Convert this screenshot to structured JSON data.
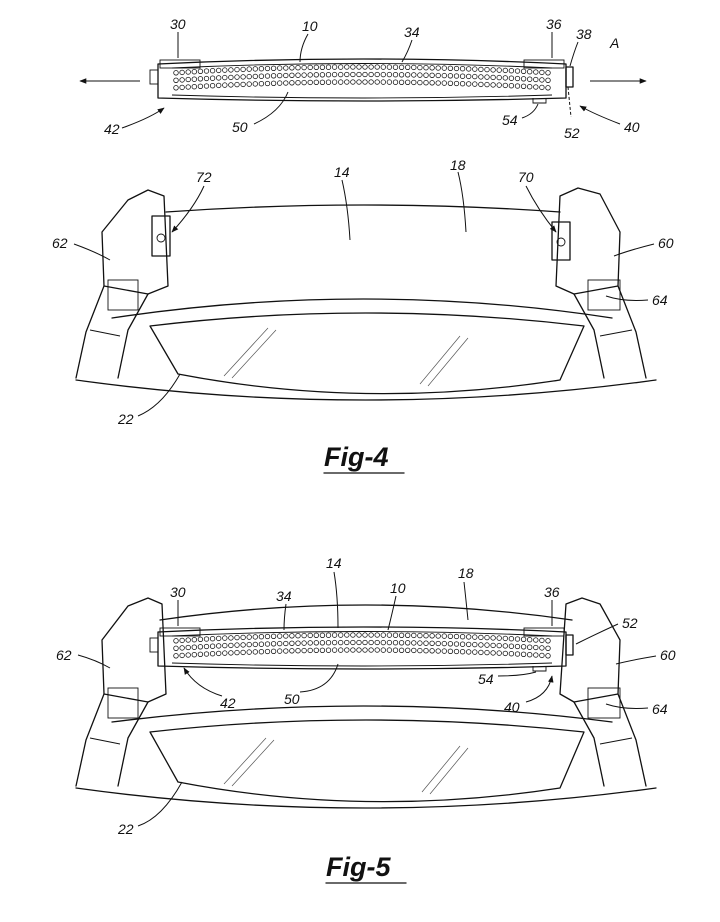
{
  "fig4": {
    "caption": "Fig-4",
    "ref": {
      "r30": "30",
      "r10": "10",
      "r34": "34",
      "r36": "36",
      "r38": "38",
      "rA": "A",
      "r42": "42",
      "r50": "50",
      "r54": "54",
      "r52": "52",
      "r40": "40",
      "r72": "72",
      "r14": "14",
      "r18": "18",
      "r70": "70",
      "r62": "62",
      "r60": "60",
      "r64": "64",
      "r22": "22"
    }
  },
  "fig5": {
    "caption": "Fig-5",
    "ref": {
      "r14": "14",
      "r18": "18",
      "r30": "30",
      "r34": "34",
      "r10": "10",
      "r36": "36",
      "r52": "52",
      "r62": "62",
      "r60": "60",
      "r42": "42",
      "r50": "50",
      "r54": "54",
      "r40": "40",
      "r64": "64",
      "r22": "22"
    }
  }
}
